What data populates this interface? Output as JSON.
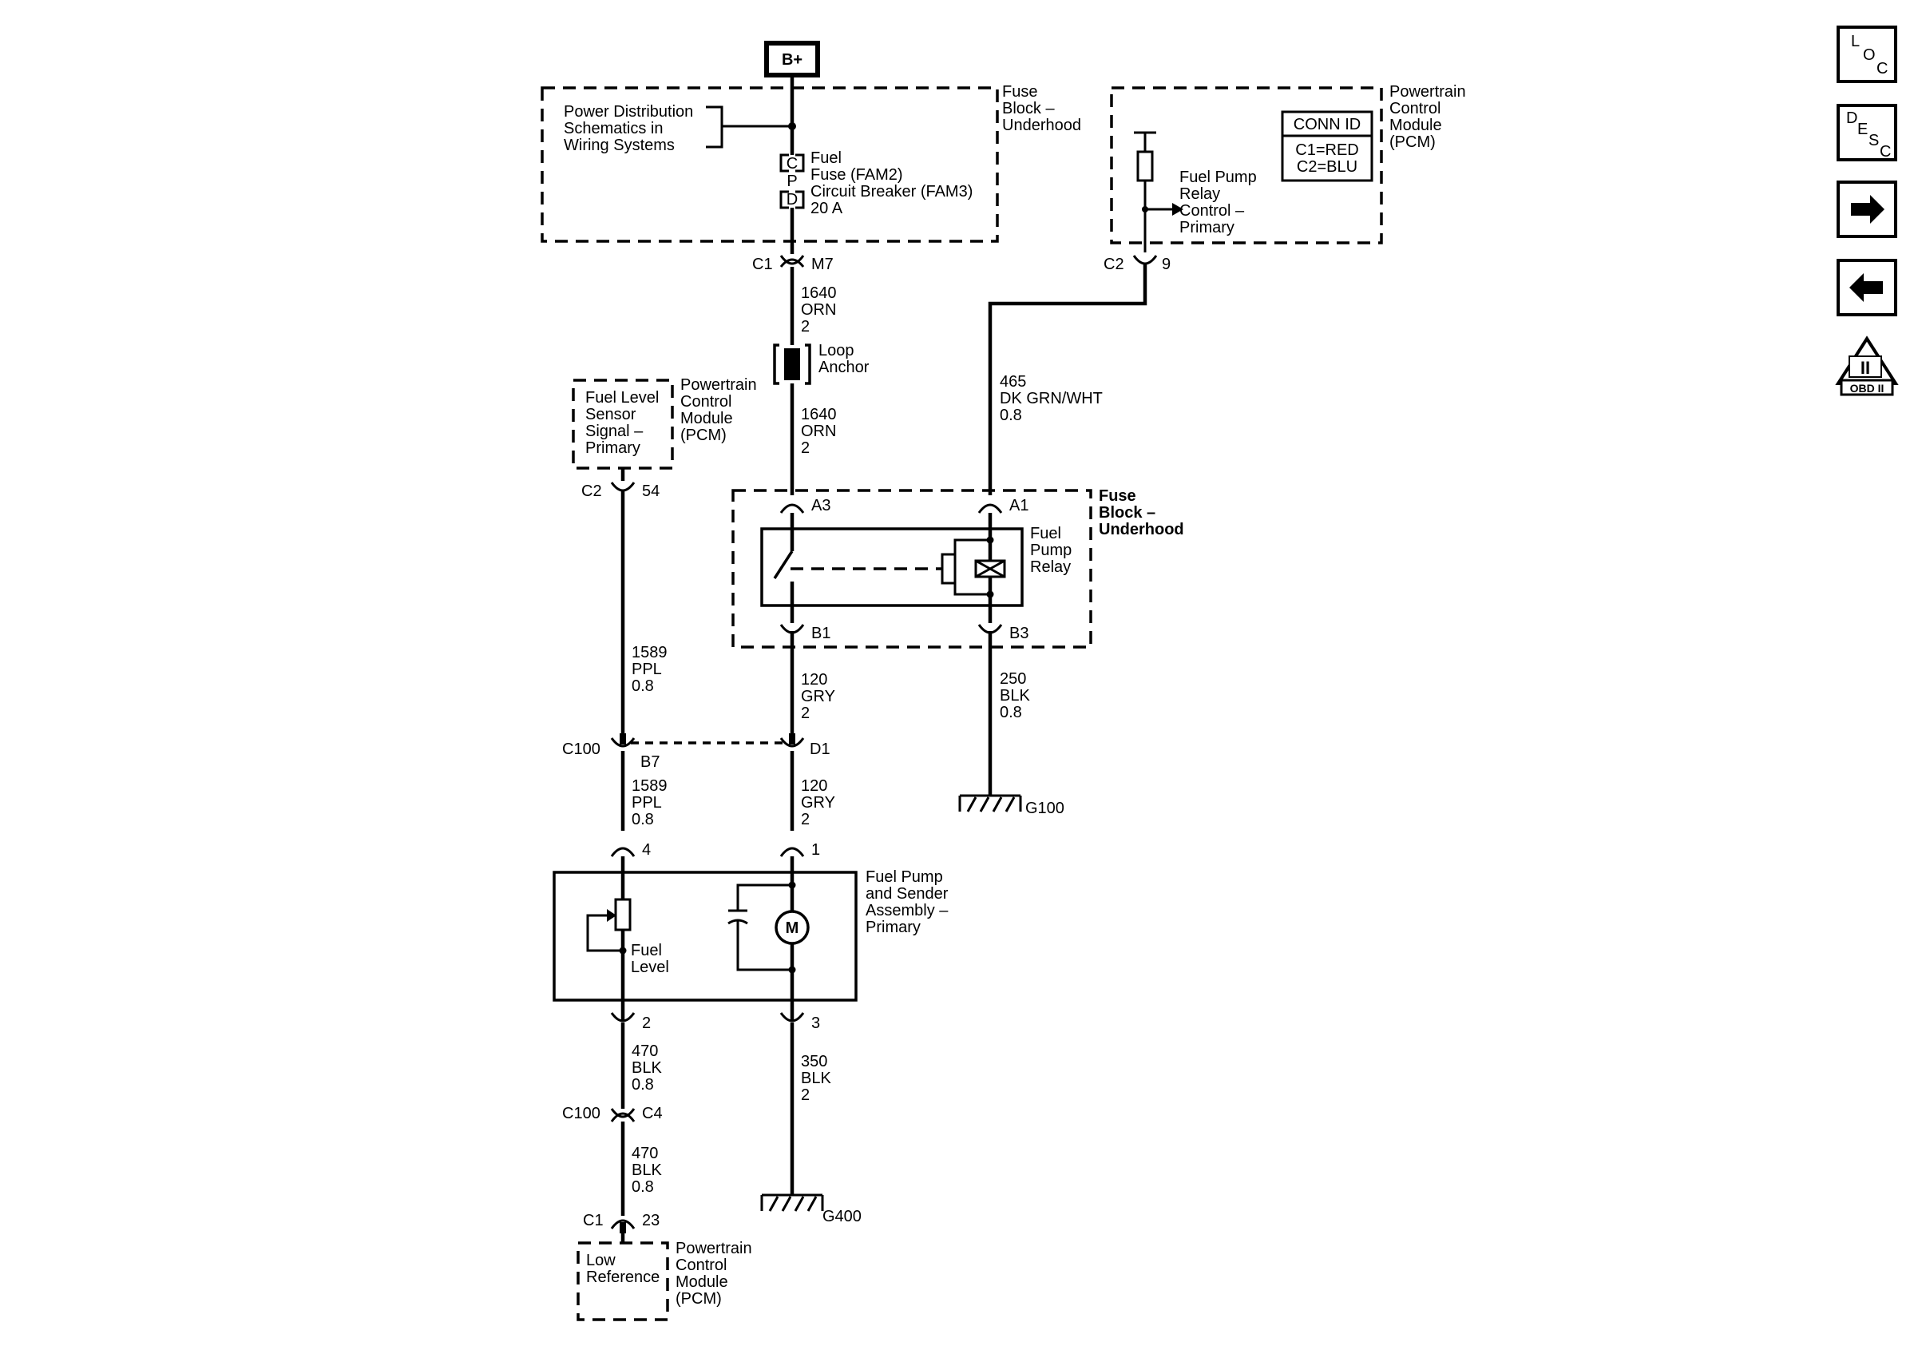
{
  "battery": {
    "label": "B+"
  },
  "fuse_block_top": {
    "name": [
      "Fuse",
      "Block –",
      "Underhood"
    ],
    "pds_ref": [
      "Power Distribution",
      "Schematics in",
      "Wiring Systems"
    ],
    "fuse_label": [
      "Fuel",
      "Fuse (FAM2)",
      "Circuit Breaker (FAM3)",
      "20 A"
    ],
    "cpd": [
      "C",
      "P",
      "D"
    ],
    "conn_c1": "C1",
    "pin_m7": "M7"
  },
  "wire_1640_a": [
    "1640",
    "ORN",
    "2"
  ],
  "loop_anchor": [
    "Loop",
    "Anchor"
  ],
  "wire_1640_b": [
    "1640",
    "ORN",
    "2"
  ],
  "pcm_top": {
    "name": [
      "Powertrain",
      "Control",
      "Module",
      "(PCM)"
    ],
    "conn_header": "CONN ID",
    "conn_lines": [
      "C1=RED",
      "C2=BLU"
    ],
    "relay_ctrl": [
      "Fuel Pump",
      "Relay",
      "Control –",
      "Primary"
    ],
    "conn_c2": "C2",
    "pin_9": "9"
  },
  "wire_465": [
    "465",
    "DK GRN/WHT",
    "0.8"
  ],
  "pcm_sensor": {
    "box": [
      "Fuel Level",
      "Sensor",
      "Signal –",
      "Primary"
    ],
    "name": [
      "Powertrain",
      "Control",
      "Module",
      "(PCM)"
    ],
    "conn_c2": "C2",
    "pin_54": "54"
  },
  "relay_block": {
    "name": [
      "Fuse",
      "Block –",
      "Underhood"
    ],
    "relay": [
      "Fuel",
      "Pump",
      "Relay"
    ],
    "pin_a3": "A3",
    "pin_a1": "A1",
    "pin_b1": "B1",
    "pin_b3": "B3"
  },
  "wire_1589_a": [
    "1589",
    "PPL",
    "0.8"
  ],
  "wire_120_a": [
    "120",
    "GRY",
    "2"
  ],
  "wire_250": [
    "250",
    "BLK",
    "0.8"
  ],
  "ground_g100": "G100",
  "c100_top": {
    "conn": "C100",
    "pin_b7": "B7",
    "pin_d1": "D1"
  },
  "wire_1589_b": [
    "1589",
    "PPL",
    "0.8"
  ],
  "wire_120_b": [
    "120",
    "GRY",
    "2"
  ],
  "pump_assembly": {
    "pin_4": "4",
    "pin_1": "1",
    "pin_2": "2",
    "pin_3": "3",
    "name": [
      "Fuel Pump",
      "and Sender",
      "Assembly –",
      "Primary"
    ],
    "fuel_level": [
      "Fuel",
      "Level"
    ],
    "motor": "M"
  },
  "wire_470_a": [
    "470",
    "BLK",
    "0.8"
  ],
  "wire_350": [
    "350",
    "BLK",
    "2"
  ],
  "c100_bottom": {
    "conn": "C100",
    "pin_c4": "C4"
  },
  "wire_470_b": [
    "470",
    "BLK",
    "0.8"
  ],
  "ground_g400": "G400",
  "pcm_low": {
    "conn_c1": "C1",
    "pin_23": "23",
    "box": [
      "Low",
      "Reference"
    ],
    "name": [
      "Powertrain",
      "Control",
      "Module",
      "(PCM)"
    ]
  },
  "nav": {
    "loc_letters": [
      "L",
      "O",
      "C"
    ],
    "desc_letters": [
      "D",
      "E",
      "S",
      "C"
    ],
    "obd_label": "OBD II",
    "obd_mark": "II"
  }
}
